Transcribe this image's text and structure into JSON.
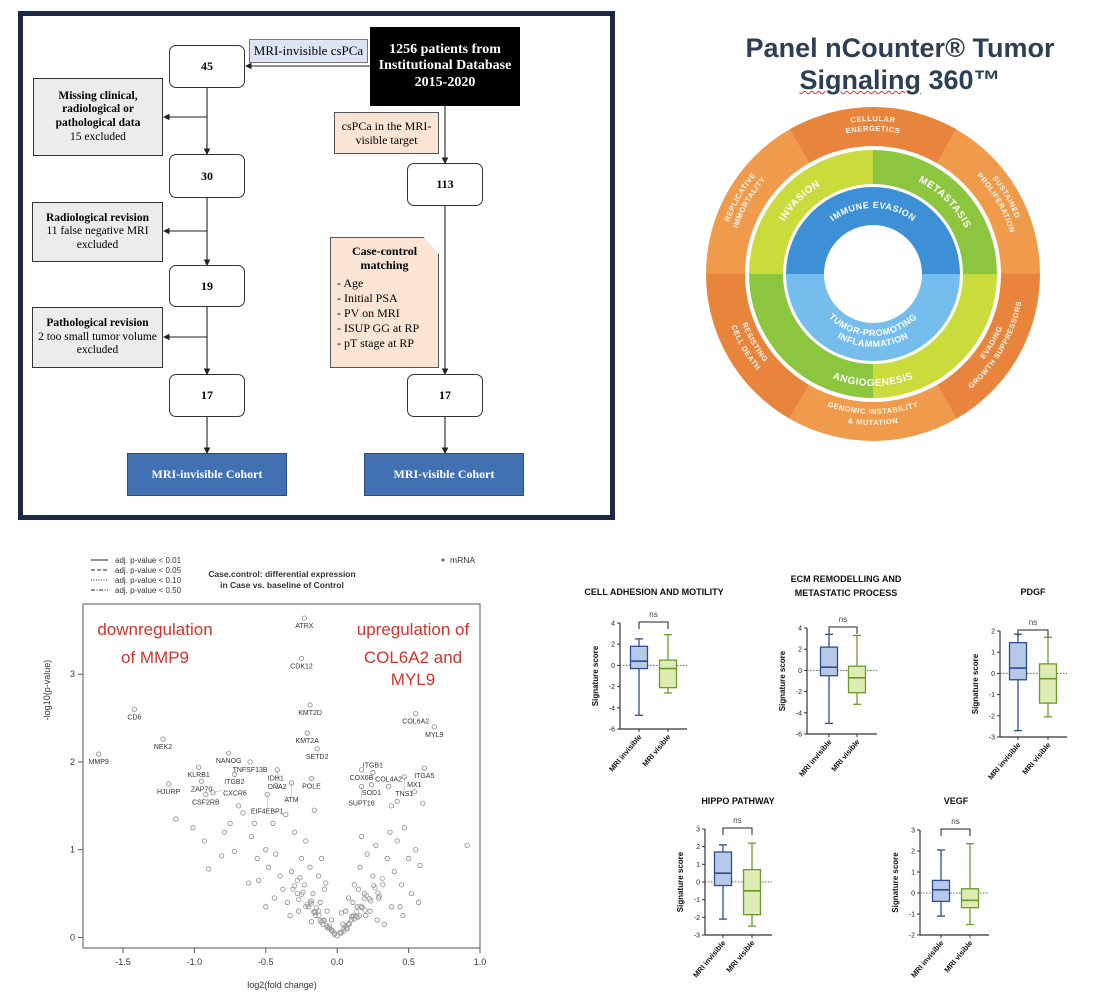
{
  "flowchart": {
    "source": [
      "1256 patients from",
      "Institutional Database",
      "2015-2020"
    ],
    "invisible_tag": "MRI-invisible csPCa",
    "visible_tag": "csPCa in the MRI-visible target",
    "left_counts": [
      "45",
      "30",
      "19",
      "17"
    ],
    "exclusions": [
      {
        "title": "Missing clinical, radiological or pathological data",
        "detail": "15 excluded"
      },
      {
        "title": "Radiological revision",
        "detail": "11 false negative MRI excluded"
      },
      {
        "title": "Pathological revision",
        "detail": "2 too small tumor volume excluded"
      }
    ],
    "right_counts": [
      "113",
      "17"
    ],
    "matching": {
      "title": "Case-control matching",
      "items": [
        "- Age",
        "- Initial PSA",
        "- PV on MRI",
        "- ISUP GG at RP",
        "- pT stage at RP"
      ]
    },
    "cohorts": {
      "invisible": "MRI-invisible Cohort",
      "visible": "MRI-visible Cohort"
    }
  },
  "panel": {
    "title_line1": "Panel nCounter® Tumor",
    "title_line2_a": "Signaling",
    "title_line2_b": " 360™"
  },
  "wheel": {
    "outer": [
      {
        "lines": [
          "CELLULAR",
          "ENERGETICS"
        ]
      },
      {
        "lines": [
          "SUSTAINED",
          "PROLIFERATION"
        ]
      },
      {
        "lines": [
          "EVADING",
          "GROWTH SUPPRESSORS"
        ]
      },
      {
        "lines": [
          "GENOMIC INSTABILITY",
          "& MUTATION"
        ]
      },
      {
        "lines": [
          "RESISTING",
          "CELL DEATH"
        ]
      },
      {
        "lines": [
          "REPLICATIVE",
          "IMMORTALITY"
        ]
      }
    ],
    "middle": [
      "METASTASIS",
      "ANGIOGENESIS",
      "INVASION"
    ],
    "inner": [
      "IMMUNE EVASION",
      "TUMOR-PROMOTING",
      "INFLAMMATION"
    ],
    "colors": {
      "orange_a": "#e8843c",
      "orange_b": "#f09a4c",
      "green_a": "#8cc63f",
      "green_b": "#c9dc3c",
      "blue_a": "#3d8fd6",
      "blue_b": "#74bdec"
    }
  },
  "chart_data": [
    {
      "type": "scatter",
      "title": [
        "Case.control: differential expression",
        "in Case vs. baseline of Control"
      ],
      "xlabel": "log2(fold change)",
      "ylabel": "-log10(p-value)",
      "xlim": [
        -1.78,
        1.0
      ],
      "ylim": [
        -0.12,
        3.8
      ],
      "xticks": [
        {
          "v": -1.5,
          "t": "-1.5"
        },
        {
          "v": -1.0,
          "t": "-1.0"
        },
        {
          "v": -0.5,
          "t": "-0.5"
        },
        {
          "v": 0,
          "t": "0.0"
        },
        {
          "v": 0.5,
          "t": "0.5"
        },
        {
          "v": 1.0,
          "t": "1.0"
        }
      ],
      "yticks": [
        {
          "v": 0,
          "t": "0"
        },
        {
          "v": 1,
          "t": "1"
        },
        {
          "v": 2,
          "t": "2"
        },
        {
          "v": 3,
          "t": "3"
        }
      ],
      "legend_lines": [
        "adj. p-value < 0.01",
        "adj. p-value < 0.05",
        "adj. p-value < 0.10",
        "adj. p-value < 0.50"
      ],
      "legend_series": "mRNA",
      "annotations": {
        "left": [
          "downregulation",
          "of MMP9"
        ],
        "right": [
          "upregulation of",
          "COL6A2 and",
          "MYL9"
        ],
        "color": "#d0342c"
      },
      "labeled_points": [
        {
          "gene": "ATRX",
          "x": -0.23,
          "y": 3.64
        },
        {
          "gene": "CDK12",
          "x": -0.25,
          "y": 3.18
        },
        {
          "gene": "KMT2D",
          "x": -0.19,
          "y": 2.65
        },
        {
          "gene": "CD6",
          "x": -1.42,
          "y": 2.6
        },
        {
          "gene": "COL6A2",
          "x": 0.55,
          "y": 2.55
        },
        {
          "gene": "MYL9",
          "x": 0.68,
          "y": 2.4
        },
        {
          "gene": "KMT2A",
          "x": -0.21,
          "y": 2.33
        },
        {
          "gene": "NEK2",
          "x": -1.22,
          "y": 2.26
        },
        {
          "gene": "SETD2",
          "x": -0.14,
          "y": 2.15
        },
        {
          "gene": "NANOG",
          "x": -0.76,
          "y": 2.1
        },
        {
          "gene": "MMP9",
          "x": -1.67,
          "y": 2.09
        },
        {
          "gene": "TNFSF13B",
          "x": -0.61,
          "y": 2.0
        },
        {
          "gene": "KLRB1",
          "x": -0.97,
          "y": 1.94
        },
        {
          "gene": "DNA2",
          "x": -0.42,
          "y": 1.91
        },
        {
          "gene": "ITGB2",
          "x": -0.72,
          "y": 1.86
        },
        {
          "gene": "HJURP",
          "x": -1.18,
          "y": 1.75
        },
        {
          "gene": "ZAP70",
          "x": -0.95,
          "y": 1.78
        },
        {
          "gene": "CSF2RB",
          "x": -0.92,
          "y": 1.63
        },
        {
          "gene": "CXCR6",
          "x": -0.87,
          "y": 1.65
        },
        {
          "gene": "IDH1",
          "x": -0.43,
          "y": 1.73
        },
        {
          "gene": "ATM",
          "x": -0.32,
          "y": 1.76
        },
        {
          "gene": "POLE",
          "x": -0.18,
          "y": 1.81
        },
        {
          "gene": "EIF4EBP1",
          "x": -0.49,
          "y": 1.63
        },
        {
          "gene": "COX6B",
          "x": 0.17,
          "y": 1.91
        },
        {
          "gene": "ITGB1",
          "x": 0.25,
          "y": 1.88
        },
        {
          "gene": "SOD1",
          "x": 0.24,
          "y": 1.74
        },
        {
          "gene": "SUPT16",
          "x": 0.17,
          "y": 1.72
        },
        {
          "gene": "COL4A2",
          "x": 0.36,
          "y": 1.72
        },
        {
          "gene": "ITGA5",
          "x": 0.61,
          "y": 1.93
        },
        {
          "gene": "TNS1",
          "x": 0.47,
          "y": 1.83
        },
        {
          "gene": "MX1",
          "x": 0.54,
          "y": 1.66
        }
      ],
      "points": [
        [
          -1.13,
          1.35
        ],
        [
          -1.01,
          1.25
        ],
        [
          -0.93,
          1.1
        ],
        [
          -0.9,
          0.78
        ],
        [
          -0.81,
          0.93
        ],
        [
          -0.79,
          1.2
        ],
        [
          -0.75,
          1.3
        ],
        [
          -0.72,
          0.98
        ],
        [
          -0.69,
          1.5
        ],
        [
          -0.66,
          1.42
        ],
        [
          -0.6,
          1.15
        ],
        [
          -0.56,
          0.9
        ],
        [
          -0.55,
          0.65
        ],
        [
          -0.5,
          1.0
        ],
        [
          -0.5,
          0.35
        ],
        [
          -0.48,
          0.8
        ],
        [
          -0.45,
          1.3
        ],
        [
          -0.43,
          0.95
        ],
        [
          -0.4,
          0.7
        ],
        [
          -0.38,
          0.55
        ],
        [
          -0.36,
          1.4
        ],
        [
          -0.35,
          0.4
        ],
        [
          -0.32,
          0.75
        ],
        [
          -0.3,
          1.2
        ],
        [
          -0.28,
          0.5
        ],
        [
          -0.27,
          0.3
        ],
        [
          -0.25,
          0.9
        ],
        [
          -0.23,
          0.6
        ],
        [
          -0.22,
          1.1
        ],
        [
          -0.2,
          0.35
        ],
        [
          -0.19,
          0.8
        ],
        [
          -0.17,
          0.5
        ],
        [
          -0.16,
          1.45
        ],
        [
          -0.15,
          0.25
        ],
        [
          -0.13,
          0.7
        ],
        [
          -0.12,
          0.4
        ],
        [
          -0.1,
          0.15
        ],
        [
          -0.09,
          0.55
        ],
        [
          -0.07,
          0.3
        ],
        [
          -0.05,
          0.1
        ],
        [
          -0.04,
          0.2
        ],
        [
          -0.02,
          0.05
        ],
        [
          0,
          0.02
        ],
        [
          0.02,
          0.06
        ],
        [
          0.04,
          0.15
        ],
        [
          0.06,
          0.3
        ],
        [
          0.08,
          0.45
        ],
        [
          0.1,
          0.2
        ],
        [
          0.12,
          0.6
        ],
        [
          0.14,
          0.35
        ],
        [
          0.16,
          0.8
        ],
        [
          0.17,
          1.15
        ],
        [
          0.19,
          0.5
        ],
        [
          0.21,
          0.95
        ],
        [
          0.23,
          0.3
        ],
        [
          0.25,
          0.7
        ],
        [
          0.27,
          1.05
        ],
        [
          0.29,
          0.45
        ],
        [
          0.32,
          0.6
        ],
        [
          0.35,
          0.9
        ],
        [
          0.37,
          1.2
        ],
        [
          0.38,
          0.35
        ],
        [
          0.4,
          0.75
        ],
        [
          0.42,
          1.1
        ],
        [
          0.45,
          0.6
        ],
        [
          0.47,
          1.25
        ],
        [
          0.5,
          0.9
        ],
        [
          0.52,
          0.5
        ],
        [
          0.55,
          1.0
        ],
        [
          0.57,
          0.4
        ],
        [
          0.6,
          1.53
        ],
        [
          0.91,
          1.05
        ],
        [
          0.42,
          1.55
        ],
        [
          0.38,
          1.5
        ],
        [
          -0.62,
          0.62
        ],
        [
          -0.58,
          1.3
        ],
        [
          -0.44,
          0.45
        ],
        [
          -0.33,
          0.25
        ],
        [
          -0.26,
          0.68
        ],
        [
          -0.18,
          0.18
        ],
        [
          -0.11,
          0.9
        ],
        [
          -0.08,
          0.62
        ],
        [
          0.03,
          0.28
        ],
        [
          0.07,
          0.1
        ],
        [
          0.11,
          0.4
        ],
        [
          0.15,
          0.55
        ],
        [
          0.2,
          0.25
        ],
        [
          0.28,
          0.2
        ],
        [
          0.33,
          0.15
        ],
        [
          0.44,
          0.35
        ],
        [
          0.46,
          0.25
        ],
        [
          0.58,
          0.82
        ]
      ]
    },
    {
      "type": "box",
      "title": [
        "CELL ADHESION AND MOTILITY"
      ],
      "ylabel": "Signature score",
      "ylim": [
        -6,
        4
      ],
      "ystep": 2,
      "annotation": "ns",
      "groups": [
        {
          "name": "MRI invisible",
          "min": -4.7,
          "q1": -0.3,
          "median": 0.4,
          "q3": 1.8,
          "max": 2.5
        },
        {
          "name": "MRI visible",
          "min": -2.6,
          "q1": -2.1,
          "median": -0.3,
          "q3": 0.5,
          "max": 2.9
        }
      ]
    },
    {
      "type": "box",
      "title": [
        "ECM REMODELLING AND",
        "METASTATIC PROCESS"
      ],
      "ylabel": "Signature score",
      "ylim": [
        -6,
        4
      ],
      "ystep": 2,
      "annotation": "ns",
      "groups": [
        {
          "name": "MRI invisible",
          "min": -5.0,
          "q1": -0.5,
          "median": 0.3,
          "q3": 2.2,
          "max": 3.4
        },
        {
          "name": "MRI visible",
          "min": -3.2,
          "q1": -2.1,
          "median": -0.7,
          "q3": 0.4,
          "max": 3.3
        }
      ]
    },
    {
      "type": "box",
      "title": [
        "PDGF"
      ],
      "ylabel": "Signature score",
      "ylim": [
        -3,
        2
      ],
      "ystep": 1,
      "annotation": "ns",
      "groups": [
        {
          "name": "MRI invisible",
          "min": -2.7,
          "q1": -0.3,
          "median": 0.25,
          "q3": 1.45,
          "max": 1.85
        },
        {
          "name": "MRI visible",
          "min": -2.05,
          "q1": -1.4,
          "median": -0.25,
          "q3": 0.45,
          "max": 1.7
        }
      ]
    },
    {
      "type": "box",
      "title": [
        "HIPPO PATHWAY"
      ],
      "ylabel": "Signature score",
      "ylim": [
        -3,
        3
      ],
      "ystep": 1,
      "annotation": "ns",
      "groups": [
        {
          "name": "MRI invisible",
          "min": -2.1,
          "q1": -0.2,
          "median": 0.5,
          "q3": 1.7,
          "max": 2.1
        },
        {
          "name": "MRI visible",
          "min": -2.5,
          "q1": -1.85,
          "median": -0.5,
          "q3": 0.7,
          "max": 2.2
        }
      ]
    },
    {
      "type": "box",
      "title": [
        "VEGF"
      ],
      "ylabel": "Signature score",
      "ylim": [
        -2,
        3
      ],
      "ystep": 1,
      "annotation": "ns",
      "groups": [
        {
          "name": "MRI invisible",
          "min": -1.1,
          "q1": -0.4,
          "median": 0.15,
          "q3": 0.6,
          "max": 2.05
        },
        {
          "name": "MRI visible",
          "min": -1.5,
          "q1": -0.7,
          "median": -0.35,
          "q3": 0.2,
          "max": 2.35
        }
      ]
    }
  ],
  "box_colors": {
    "invisible_fill": "#b7c9e8",
    "invisible_stroke": "#2e4e8e",
    "visible_fill": "#dcecb4",
    "visible_stroke": "#6b9a2f"
  }
}
